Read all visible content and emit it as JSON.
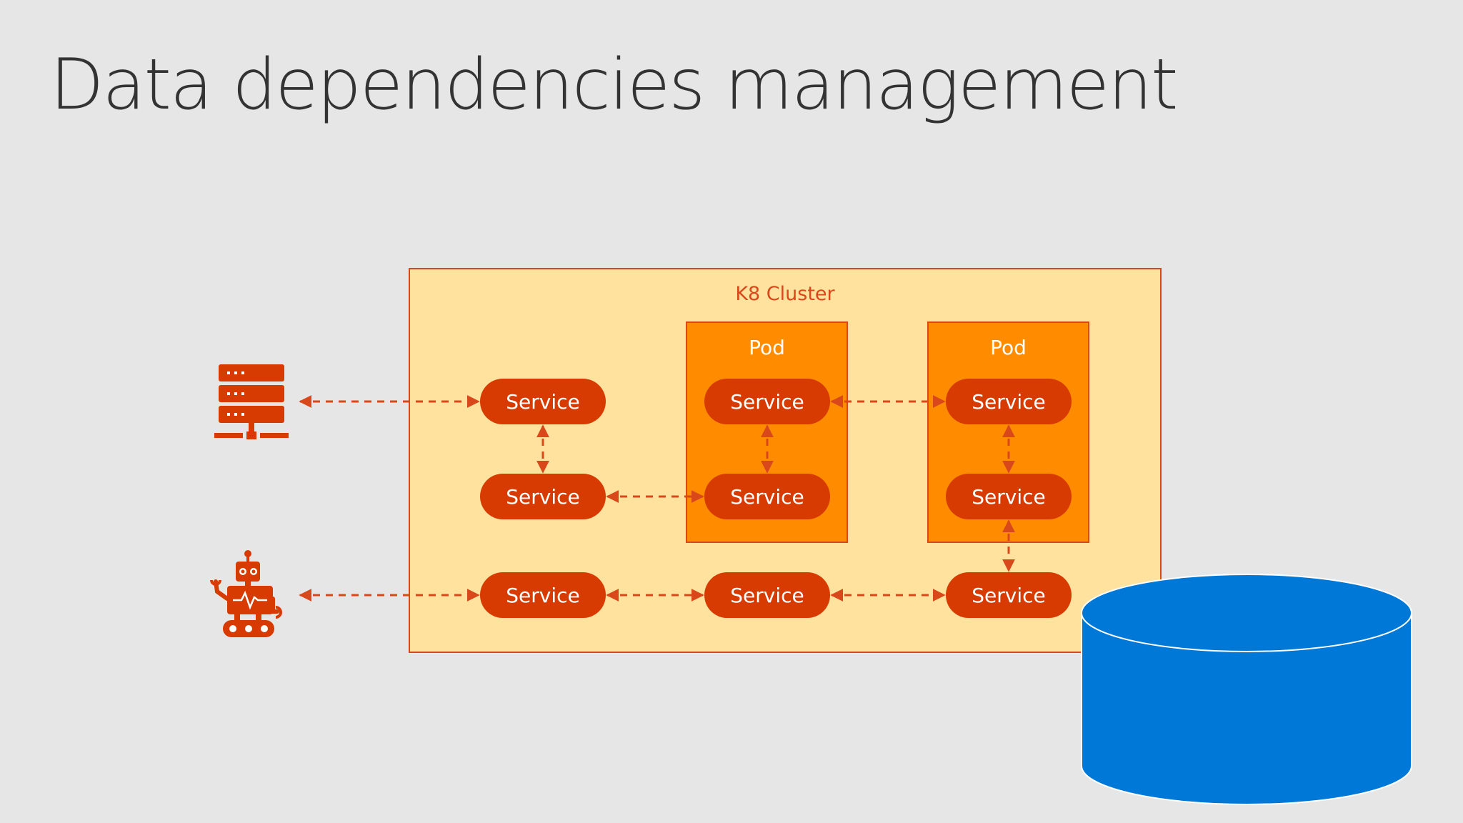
{
  "title": "Data dependencies management",
  "cluster": {
    "label": "K8 Cluster"
  },
  "pods": [
    {
      "label": "Pod"
    },
    {
      "label": "Pod"
    }
  ],
  "services": [
    {
      "label": "Service"
    },
    {
      "label": "Service"
    },
    {
      "label": "Service"
    },
    {
      "label": "Service"
    },
    {
      "label": "Service"
    },
    {
      "label": "Service"
    },
    {
      "label": "Service"
    },
    {
      "label": "Service"
    },
    {
      "label": "Service"
    }
  ],
  "icons": [
    "server-icon",
    "robot-icon",
    "database-icon"
  ],
  "colors": {
    "background": "#e6e6e6",
    "cluster_fill": "#ffe29e",
    "cluster_border": "#d9481a",
    "pod_fill": "#ff8c00",
    "service_fill": "#d83b01",
    "connector": "#d9481a",
    "database": "#0078d7",
    "title_text": "#333333"
  }
}
